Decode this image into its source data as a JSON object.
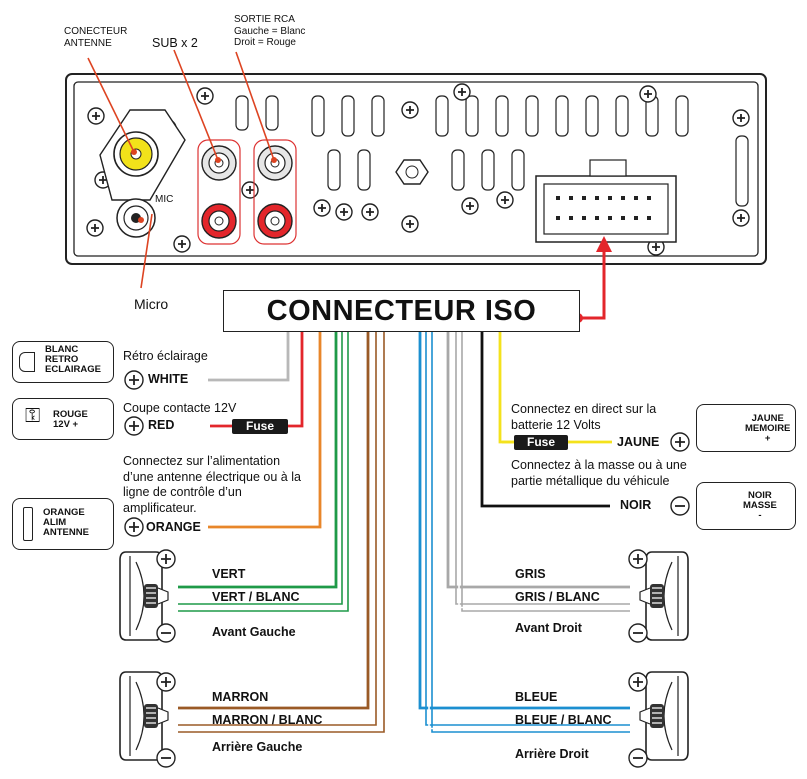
{
  "top_labels": {
    "antenna_connector": "CONECTEUR\nANTENNE",
    "sub": "SUB x 2",
    "rca_title": "SORTIE RCA",
    "rca_left": "Gauche = Blanc",
    "rca_right": "Droit = Rouge",
    "mic": "MIC",
    "micro": "Micro"
  },
  "iso_connector": "CONNECTEUR ISO",
  "left_wires": [
    {
      "description": "Rétro éclairage",
      "wire": "WHITE",
      "sign": "+",
      "color": "#b8b8b8",
      "box": "BLANC\nRETRO\nECLAIRAGE"
    },
    {
      "description": "Coupe contacte 12V",
      "wire": "RED",
      "sign": "+",
      "color": "#e3262b",
      "box": "ROUGE\n12V +",
      "fuse": "Fuse"
    },
    {
      "description": "Connectez sur l’alimentation d’une antenne électrique ou à la ligne de contrôle d’un amplificateur.",
      "wire": "ORANGE",
      "sign": "+",
      "color": "#e8862a",
      "box": "ORANGE\nALIM\nANTENNE"
    }
  ],
  "right_wires": [
    {
      "description": "Connectez en direct sur la batterie 12 Volts",
      "wire": "JAUNE",
      "sign": "+",
      "color": "#f4e21c",
      "box": "JAUNE\nMEMOIRE\n+",
      "fuse": "Fuse"
    },
    {
      "description": "Connectez à la masse ou à une partie métallique du véhicule",
      "wire": "NOIR",
      "sign": "−",
      "color": "#111111",
      "box": "NOIR\nMASSE\n-"
    }
  ],
  "speakers": {
    "front_left": {
      "wire_pos": "VERT",
      "wire_neg": "VERT / BLANC",
      "label": "Avant Gauche",
      "color": "#1f9a48"
    },
    "rear_left": {
      "wire_pos": "MARRON",
      "wire_neg": "MARRON / BLANC",
      "label": "Arrière Gauche",
      "color": "#9a5a26"
    },
    "front_right": {
      "wire_pos": "GRIS",
      "wire_neg": "GRIS / BLANC",
      "label": "Avant Droit",
      "color": "#a8a8a8"
    },
    "rear_right": {
      "wire_pos": "BLEUE",
      "wire_neg": "BLEUE / BLANC",
      "label": "Arrière Droit",
      "color": "#1b8fd0"
    }
  },
  "signs": {
    "plus": "+",
    "minus": "−"
  }
}
